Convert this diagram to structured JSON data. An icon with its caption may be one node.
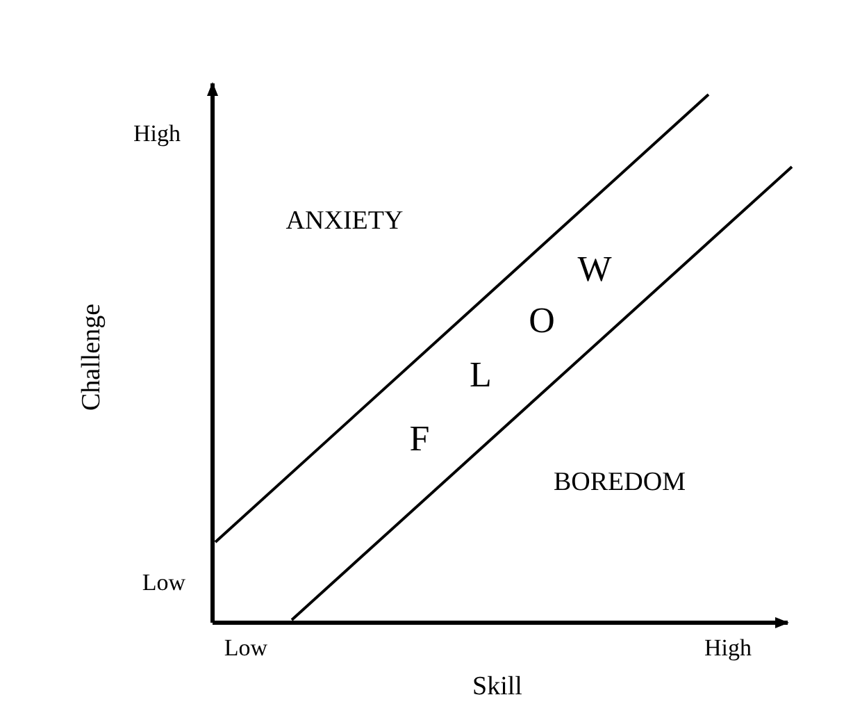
{
  "diagram": {
    "labels": [
      "High",
      "Challenge",
      "ANXIETY",
      "W",
      "O",
      "L",
      "F",
      "BOREDOM",
      "Low",
      "Low",
      "High",
      "Skill"
    ]
  }
}
